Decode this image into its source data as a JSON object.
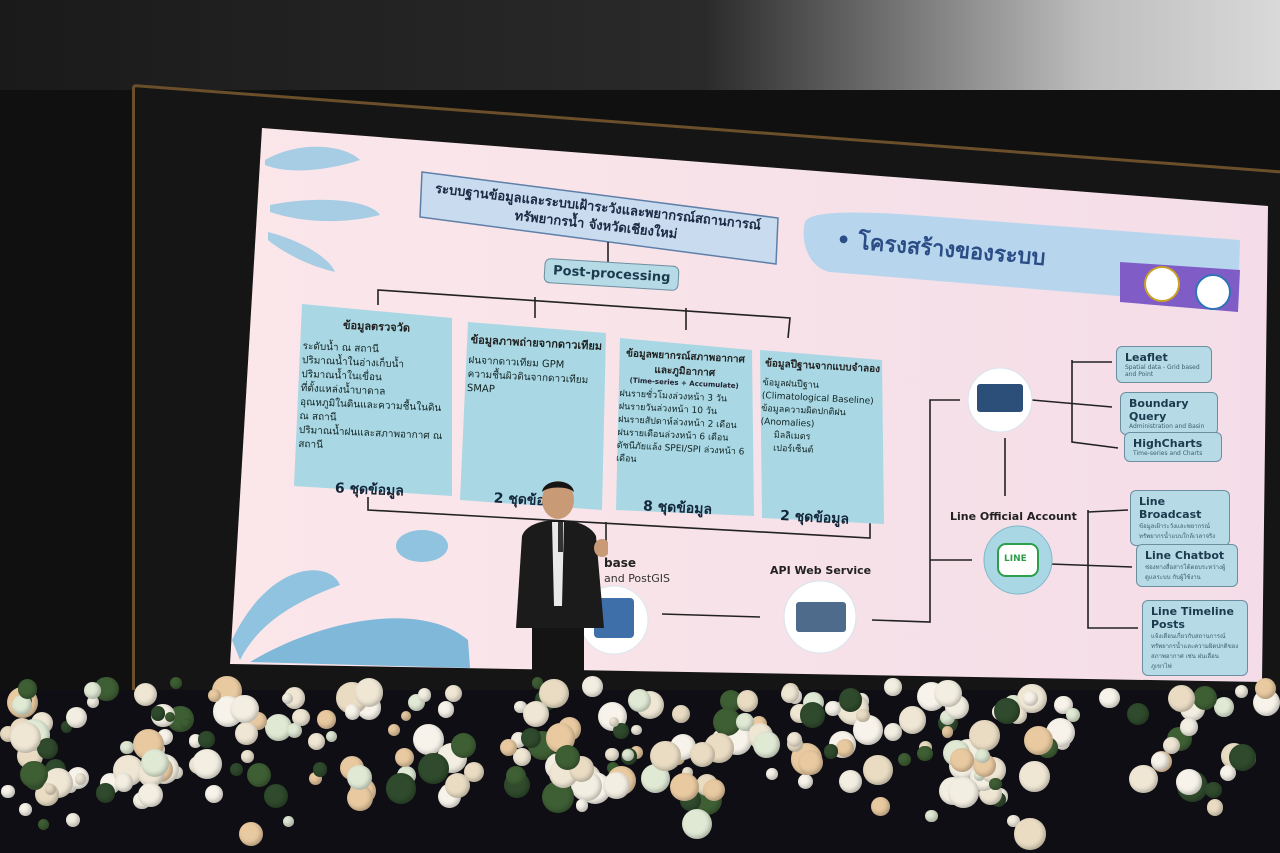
{
  "slide": {
    "header_title": "ระบบฐานข้อมูลและระบบเฝ้าระวังและพยากรณ์สถานการณ์ทรัพยากรน้ำ จังหวัดเชียงใหม่",
    "section_title": "• โครงสร้างของระบบ",
    "post_processing": "Post-processing",
    "boxes": [
      {
        "title": "ข้อมูลตรวจวัด",
        "items": [
          "ระดับน้ำ ณ สถานี",
          "ปริมาณน้ำในอ่างเก็บน้ำ",
          "ปริมาณน้ำในเขื่อน",
          "ที่ตั้งแหล่งน้ำบาดาล",
          "อุณหภูมิในดินและความชื้นในดิน ณ สถานี",
          "ปริมาณน้ำฝนและสภาพอากาศ ณ สถานี"
        ],
        "count": "6 ชุดข้อมูล"
      },
      {
        "title": "ข้อมูลภาพถ่ายจากดาวเทียม",
        "items": [
          "ฝนจากดาวเทียม GPM",
          "ความชื้นผิวดินจากดาวเทียม SMAP"
        ],
        "count": "2 ชุดข้อมูล"
      },
      {
        "title": "ข้อมูลพยากรณ์สภาพอากาศและภูมิอากาศ",
        "subtitle": "(Time-series + Accumulate)",
        "items": [
          "ฝนรายชั่วโมงล่วงหน้า 3 วัน",
          "ฝนรายวันล่วงหน้า 10 วัน",
          "ฝนรายสัปดาห์ล่วงหน้า 2 เดือน",
          "ฝนรายเดือนล่วงหน้า 6 เดือน",
          "ดัชนีภัยแล้ง SPEI/SPI ล่วงหน้า 6 เดือน"
        ],
        "count": "8 ชุดข้อมูล"
      },
      {
        "title": "ข้อมูลปีฐานจากแบบจำลอง",
        "items": [
          "ข้อมูลฝนปีฐาน (Climatological Baseline)",
          "ข้อมูลความผิดปกติฝน (Anomalies)",
          "มิลลิเมตร",
          "เปอร์เซ็นต์"
        ],
        "count": "2 ชุดข้อมูล"
      }
    ],
    "database_label": "base",
    "database_sub": "and PostGIS",
    "api_label": "API Web Service",
    "line_label": "Line Official Account",
    "line_logo": "LINE",
    "outputs_web": [
      {
        "title": "Leaflet",
        "desc": "Spatial data - Grid based and Point"
      },
      {
        "title": "Boundary Query",
        "desc": "Administration and Basin"
      },
      {
        "title": "HighCharts",
        "desc": "Time-series and Charts"
      }
    ],
    "outputs_line": [
      {
        "title": "Line Broadcast",
        "desc": "ข้อมูลเฝ้าระวังและพยากรณ์ทรัพยากรน้ำแบบใกล้เวลาจริง"
      },
      {
        "title": "Line Chatbot",
        "desc": "ช่องทางสื่อสารโต้ตอบระหว่างผู้ดูแลระบบ กับผู้ใช้งาน"
      },
      {
        "title": "Line Timeline Posts",
        "desc": "แจ้งเตือนเกี่ยวกับสถานการณ์ทรัพยากรน้ำและความผิดปกติของสภาพอากาศ เช่น ฝนเลื่อน ภูเขาไฟ"
      }
    ]
  },
  "colors": {
    "slide_bg": "#f7dfe3",
    "box_bg": "#a9d8e4",
    "header_bg": "#c9dcef",
    "section_bg": "#b7d6ee",
    "accent_purple": "#7f5cc6"
  }
}
